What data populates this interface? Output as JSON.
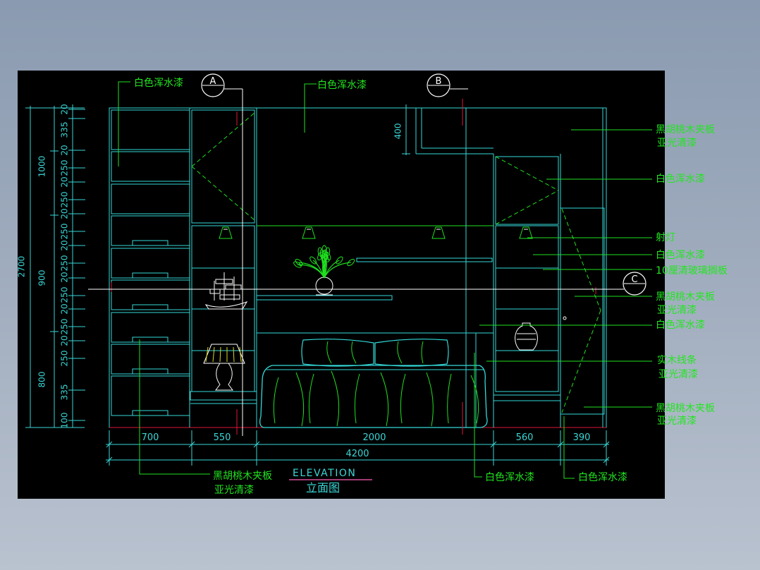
{
  "colors": {
    "background": "#000000",
    "cabinet": "#33d9d9",
    "furniture": "#1fe01f",
    "label": "#22e61f",
    "dimension": "#3ad6d6",
    "accent": "#e0163a",
    "dashed": "#22d422",
    "hatch": "#ff5bb8",
    "white": "#ffffff",
    "lamp": "#d8d820"
  },
  "sections": {
    "a": "A",
    "b": "B",
    "c": "C"
  },
  "dimensions": {
    "left_small": [
      "20",
      "335",
      "20",
      "250",
      "20",
      "250",
      "20",
      "250",
      "20",
      "250",
      "20",
      "250",
      "20",
      "250",
      "20",
      "250",
      "335",
      "100"
    ],
    "left_mid": [
      "1000",
      "900",
      "800"
    ],
    "left_total": "2700",
    "top_dim": "400",
    "bottom": [
      "700",
      "550",
      "2000",
      "560",
      "390"
    ],
    "bottom_total": "4200"
  },
  "labels": {
    "top_left": "白色浑水漆",
    "top_center": "白色浑水漆",
    "right_1a": "黑胡桃木夹板",
    "right_1b": "亚光清漆",
    "right_2": "白色浑水漆",
    "right_3": "射灯",
    "right_4": "白色浑水漆",
    "right_5": "10厘清玻璃搁板",
    "right_6a": "黑胡桃木夹板",
    "right_6b": "亚光清漆",
    "right_7": "白色浑水漆",
    "right_8a": "实木线条",
    "right_8b": "亚光清漆",
    "right_9a": "黑胡桃木夹板",
    "right_9b": "亚光清漆",
    "bottom_left_a": "黑胡桃木夹板",
    "bottom_left_b": "亚光清漆",
    "bottom_mid": "白色浑水漆",
    "bottom_right": "白色浑水漆"
  },
  "title": {
    "en": "ELEVATION",
    "cn": "立面图"
  }
}
